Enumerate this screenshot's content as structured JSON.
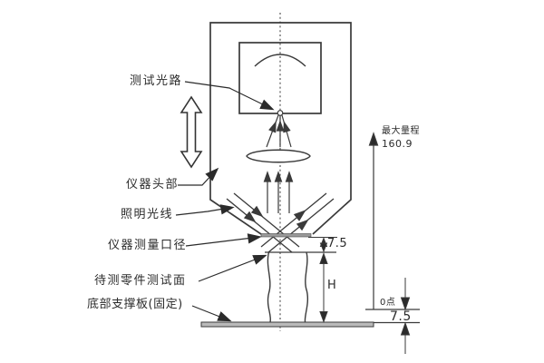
{
  "figure": {
    "type": "optical-measurement-instrument-schematic",
    "labels": {
      "test_optical_path": "测试光路",
      "instrument_head": "仪器头部",
      "illumination_light": "照明光线",
      "instrument_aperture": "仪器测量口径",
      "part_test_surface": "待测零件测试面",
      "bottom_support_plate": "底部支撑板(固定)"
    },
    "annotations": {
      "max_range_label": "最大量程",
      "max_range_value": "160.9",
      "zero_point_label": "0点",
      "aperture_to_surface_distance": "7.5",
      "part_height_label": "H",
      "zero_to_plate_distance": "7.5"
    },
    "colors": {
      "line": "#3a3a3a",
      "plate_fill": "#b9b9b9",
      "background": "#ffffff"
    }
  }
}
